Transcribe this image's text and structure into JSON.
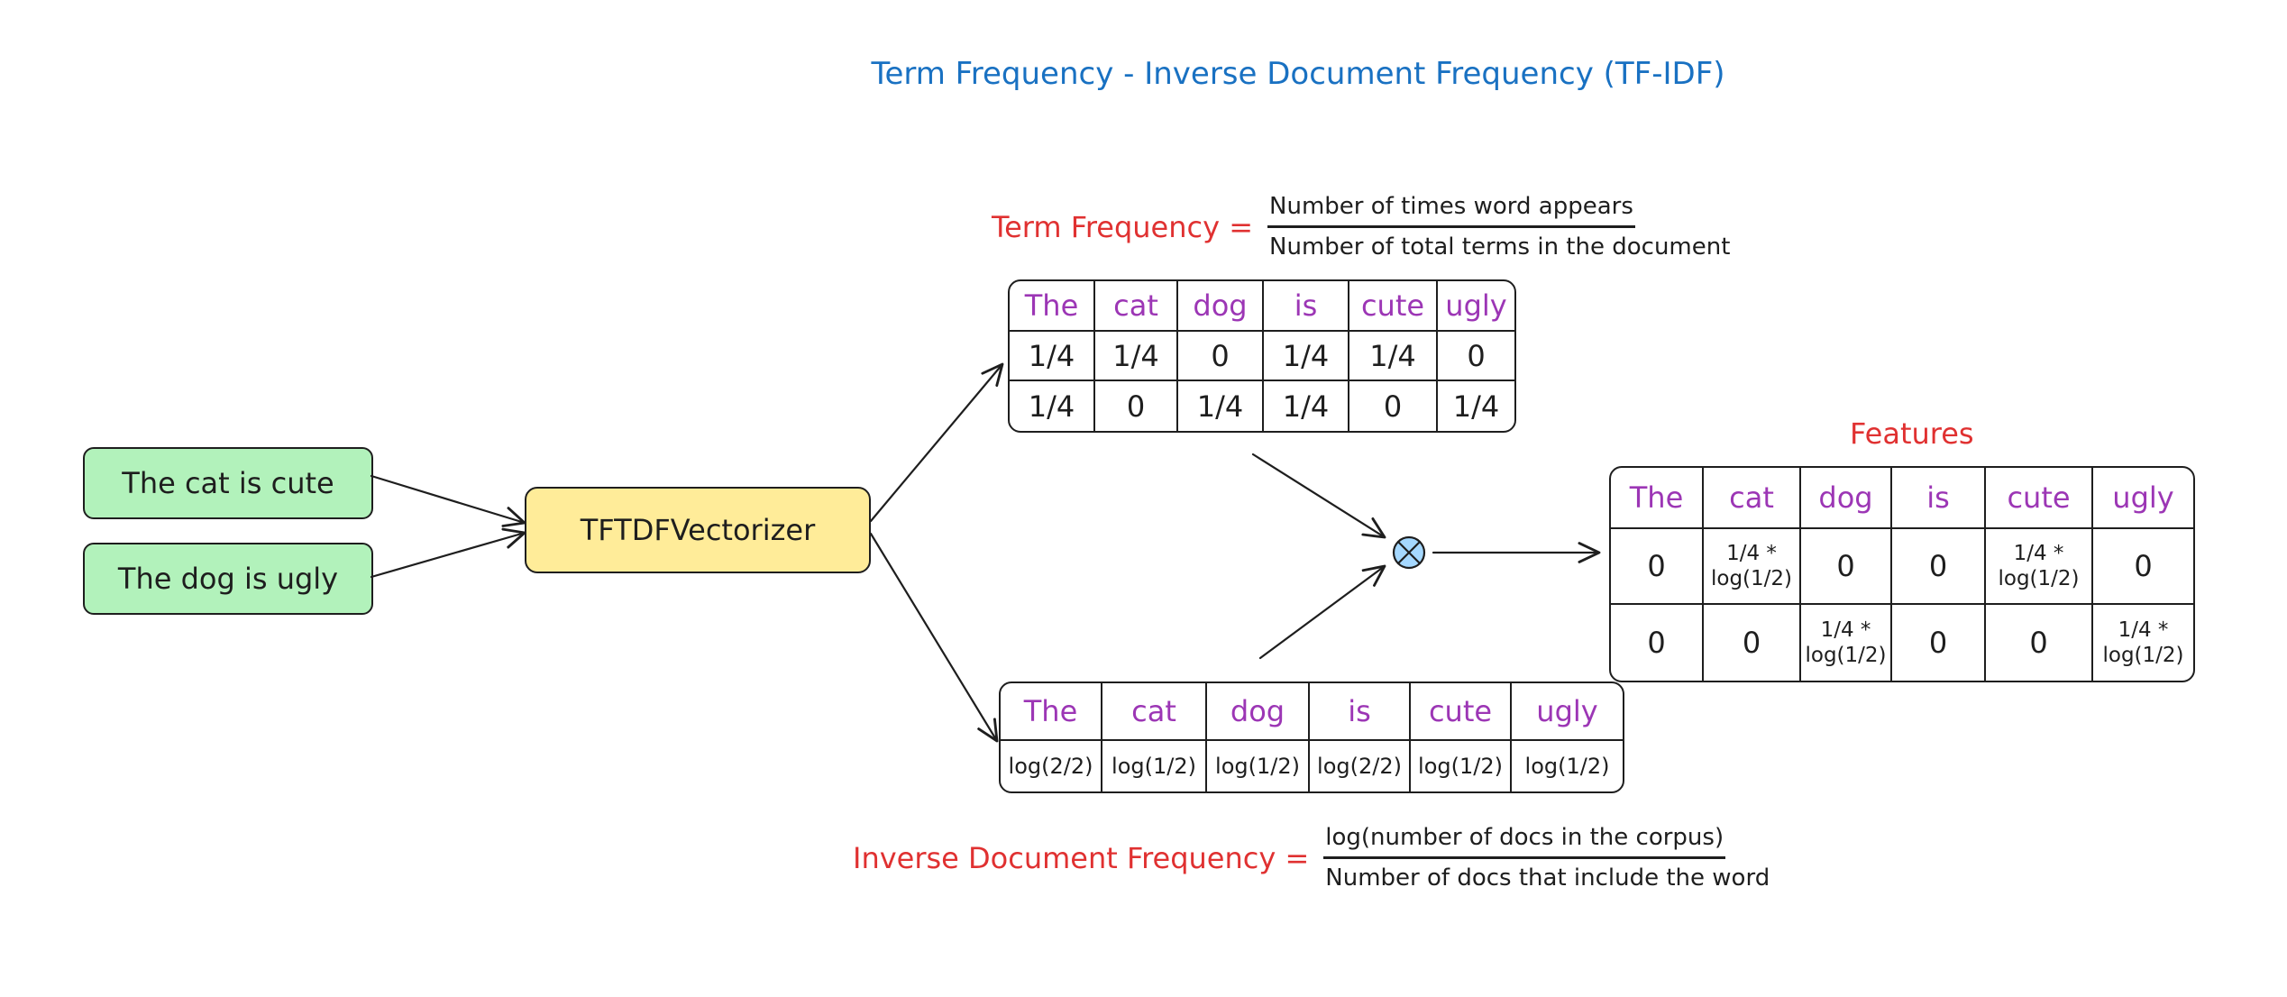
{
  "title": "Term Frequency - Inverse Document Frequency (TF-IDF)",
  "documents": [
    "The cat is cute",
    "The dog is ugly"
  ],
  "vectorizer_label": "TFTDFVectorizer",
  "tf_formula": {
    "label": "Term Frequency =",
    "numerator": "Number of times word appears",
    "denominator": "Number of total terms in the document"
  },
  "idf_formula": {
    "label": "Inverse Document Frequency =",
    "numerator": "log(number of docs in the corpus)",
    "denominator": "Number of docs that include the word"
  },
  "tf_table": {
    "headers": [
      "The",
      "cat",
      "dog",
      "is",
      "cute",
      "ugly"
    ],
    "rows": [
      [
        "1/4",
        "1/4",
        "0",
        "1/4",
        "1/4",
        "0"
      ],
      [
        "1/4",
        "0",
        "1/4",
        "1/4",
        "0",
        "1/4"
      ]
    ]
  },
  "idf_table": {
    "headers": [
      "The",
      "cat",
      "dog",
      "is",
      "cute",
      "ugly"
    ],
    "rows": [
      [
        "log(2/2)",
        "log(1/2)",
        "log(1/2)",
        "log(2/2)",
        "log(1/2)",
        "log(1/2)"
      ]
    ]
  },
  "features": {
    "title": "Features",
    "headers": [
      "The",
      "cat",
      "dog",
      "is",
      "cute",
      "ugly"
    ],
    "rows": [
      [
        [
          "0"
        ],
        [
          "1/4 *",
          "log(1/2)"
        ],
        [
          "0"
        ],
        [
          "0"
        ],
        [
          "1/4 *",
          "log(1/2)"
        ],
        [
          "0"
        ]
      ],
      [
        [
          "0"
        ],
        [
          "0"
        ],
        [
          "1/4 *",
          "log(1/2)"
        ],
        [
          "0"
        ],
        [
          "0"
        ],
        [
          "1/4 *",
          "log(1/2)"
        ]
      ]
    ]
  },
  "operator_icon": "multiply-circle-icon",
  "colors": {
    "title": "#1971c2",
    "formula_label": "#e03131",
    "header_text": "#9c36b5",
    "doc_fill": "#b2f2bb",
    "vectorizer_fill": "#ffec99",
    "operator_fill": "#a5d8ff"
  }
}
